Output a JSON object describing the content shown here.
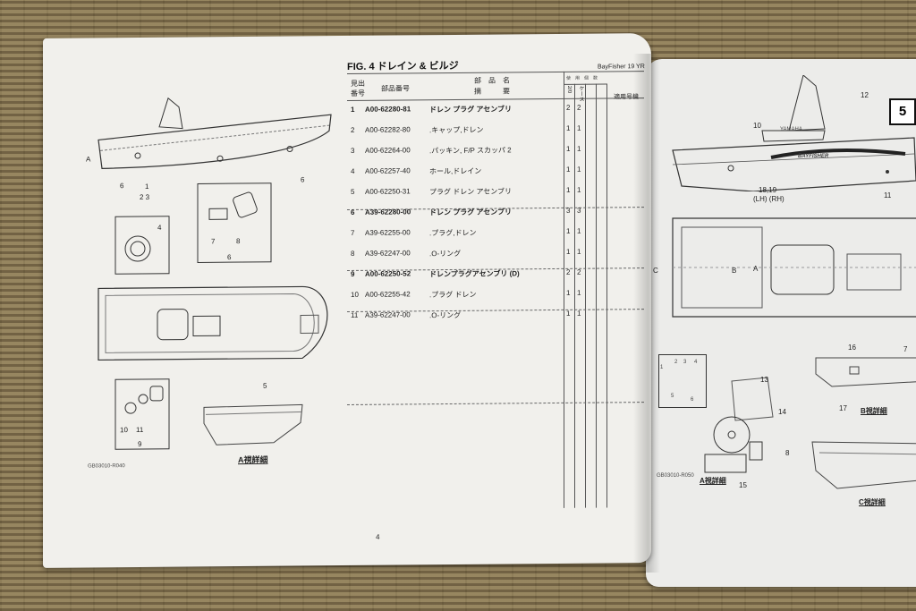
{
  "left_page": {
    "fig_title": "FIG. 4 ドレイン & ビルジ",
    "model_header": "BayFisher 19 YR",
    "page_number": "4",
    "drawing_code": "GB03010-R040",
    "view_label": "A視詳細",
    "callouts": {
      "a_arrow": "A",
      "c1": "1",
      "c23": "2 3",
      "c4": "4",
      "c5": "5",
      "c6a": "6",
      "c6b": "6",
      "c6c": "6",
      "c7": "7",
      "c8": "8",
      "c9": "9",
      "c10": "10",
      "c11": "11"
    },
    "table": {
      "col_ref_line1": "見出",
      "col_ref_line2": "番号",
      "col_part_no": "部品番号",
      "col_name_line1": "部　品　名",
      "col_name_line2": "摘　　　要",
      "col_qty_1": "2/0",
      "col_qty_2": "ケース",
      "col_use": "使　用　個　数",
      "col_notes": "適用号機",
      "rows": [
        {
          "no": "1",
          "part": "A00-62280-81",
          "name": "ドレン プラグ アセンブリ",
          "q1": "2",
          "q2": "2",
          "bold": true
        },
        {
          "no": "2",
          "part": "A00-62282-80",
          "name": ".キャップ,ドレン",
          "q1": "1",
          "q2": "1",
          "bold": false
        },
        {
          "no": "3",
          "part": "A00-62264-00",
          "name": ".パッキン, F/P スカッパ 2",
          "q1": "1",
          "q2": "1",
          "bold": false
        },
        {
          "no": "4",
          "part": "A00-62257-40",
          "name": "ホール,ドレイン",
          "q1": "1",
          "q2": "1",
          "bold": false
        },
        {
          "no": "5",
          "part": "A00-62250-31",
          "name": "プラグ ドレン アセンブリ",
          "q1": "1",
          "q2": "1",
          "bold": false
        },
        {
          "no": "6",
          "part": "A39-62280-00",
          "name": "ドレン プラグ アセンブリ",
          "q1": "3",
          "q2": "3",
          "bold": true
        },
        {
          "no": "7",
          "part": "A39-62255-00",
          "name": ".プラグ,ドレン",
          "q1": "1",
          "q2": "1",
          "bold": false
        },
        {
          "no": "8",
          "part": "A39-62247-00",
          "name": ".O-リング",
          "q1": "1",
          "q2": "1",
          "bold": false
        },
        {
          "no": "9",
          "part": "A00-62250-52",
          "name": "ドレンプラグアセンブリ (D)",
          "q1": "2",
          "q2": "2",
          "bold": true
        },
        {
          "no": "10",
          "part": "A00-62255-42",
          "name": ".プラグ ドレン",
          "q1": "1",
          "q2": "1",
          "bold": false
        },
        {
          "no": "11",
          "part": "A39-62247-00",
          "name": ".O-リング",
          "q1": "1",
          "q2": "1",
          "bold": false
        }
      ]
    }
  },
  "right_page": {
    "badge": "5",
    "drawing_code": "GB03010-R050",
    "brand_decal": "BAYFISHER",
    "yamaha": "YAMAHA",
    "view_a": "A視詳細",
    "view_b": "B視詳細",
    "view_c": "C視詳細",
    "callouts": {
      "c12": "12",
      "c10": "10",
      "c1819": "18,19",
      "lhrh": "(LH)  (RH)",
      "c11": "11",
      "arrow_c": "C",
      "arrow_b": "B",
      "arrow_a": "A",
      "c1": "1",
      "c2": "2",
      "c3": "3",
      "c4": "4",
      "c5": "5",
      "c6": "6",
      "c7": "7",
      "c8": "8",
      "c13": "13",
      "c14": "14",
      "c15": "15",
      "c16": "16",
      "c17": "17"
    }
  }
}
